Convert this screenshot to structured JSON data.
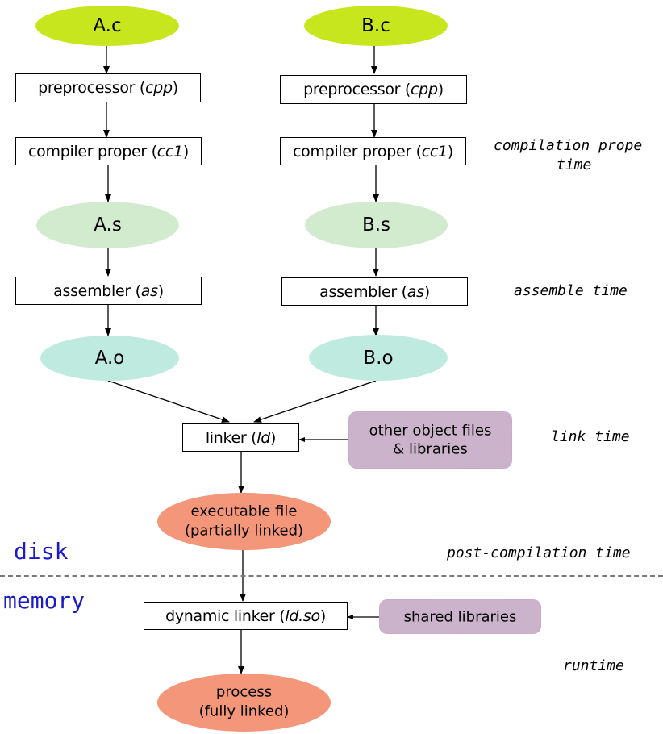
{
  "colors": {
    "source": "#c8e61e",
    "assembly": "#d2ebce",
    "object": "#bfeae0",
    "binary": "#f4967a",
    "library": "#cbb3cb",
    "section_label": "#1a1ac8",
    "divider": "#7a7a7a"
  },
  "left": {
    "source": "A.c",
    "preprocessor": {
      "text": "preprocessor (",
      "tool": "cpp",
      "close": ")"
    },
    "compiler": {
      "text": "compiler proper (",
      "tool": "cc1",
      "close": ")"
    },
    "assembly": "A.s",
    "assembler": {
      "text": "assembler (",
      "tool": "as",
      "close": ")"
    },
    "object": "A.o"
  },
  "right": {
    "source": "B.c",
    "preprocessor": {
      "text": "preprocessor (",
      "tool": "cpp",
      "close": ")"
    },
    "compiler": {
      "text": "compiler proper (",
      "tool": "cc1",
      "close": ")"
    },
    "assembly": "B.s",
    "assembler": {
      "text": "assembler (",
      "tool": "as",
      "close": ")"
    },
    "object": "B.o"
  },
  "linker": {
    "text": "linker (",
    "tool": "ld",
    "close": ")"
  },
  "other_objects": {
    "line1": "other object files",
    "line2": "& libraries"
  },
  "executable": {
    "line1": "executable file",
    "line2": "(partially linked)"
  },
  "dynamic_linker": {
    "text": "dynamic linker (",
    "tool": "ld.so",
    "close": ")"
  },
  "shared_libraries": "shared libraries",
  "process": {
    "line1": "process",
    "line2": "(fully linked)"
  },
  "phases": {
    "compilation_line1": "compilation prope",
    "compilation_line2": "time",
    "assemble": "assemble time",
    "link": "link time",
    "post_compilation": "post-compilation time",
    "runtime": "runtime"
  },
  "sections": {
    "disk": "disk",
    "memory": "memory"
  }
}
